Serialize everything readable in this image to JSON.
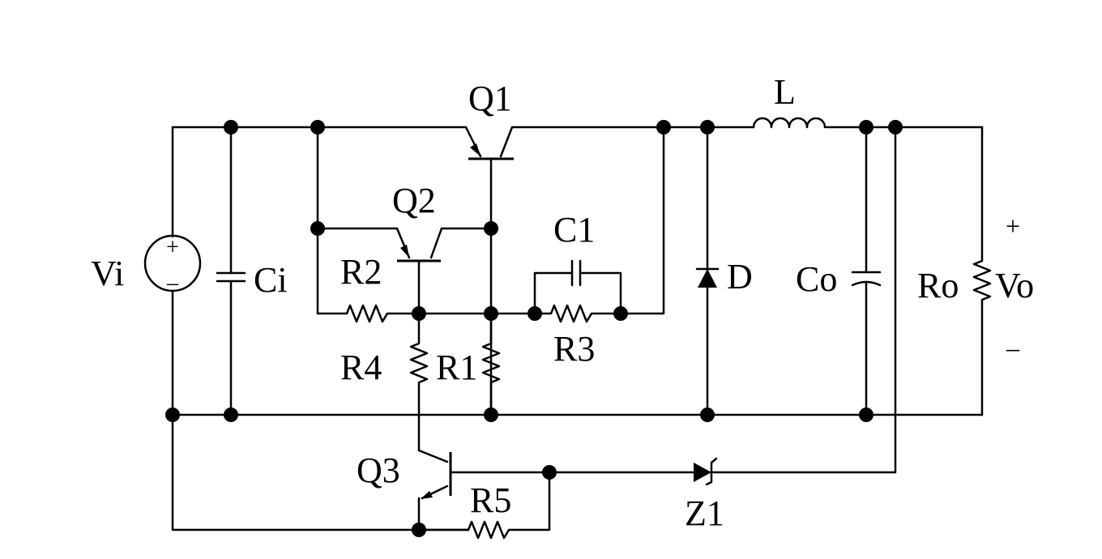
{
  "components": {
    "Vi": "Vi",
    "Ci": "Ci",
    "Q1": "Q1",
    "Q2": "Q2",
    "Q3": "Q3",
    "C1": "C1",
    "R1": "R1",
    "R2": "R2",
    "R3": "R3",
    "R4": "R4",
    "R5": "R5",
    "D": "D",
    "L": "L",
    "Co": "Co",
    "Ro": "Ro",
    "Vo": "Vo",
    "Z1": "Z1"
  },
  "polarity": {
    "source_plus": "+",
    "source_minus": "–",
    "output_plus": "+",
    "output_minus": "–"
  },
  "colors": {
    "ink": "#000000",
    "background": "#ffffff"
  }
}
